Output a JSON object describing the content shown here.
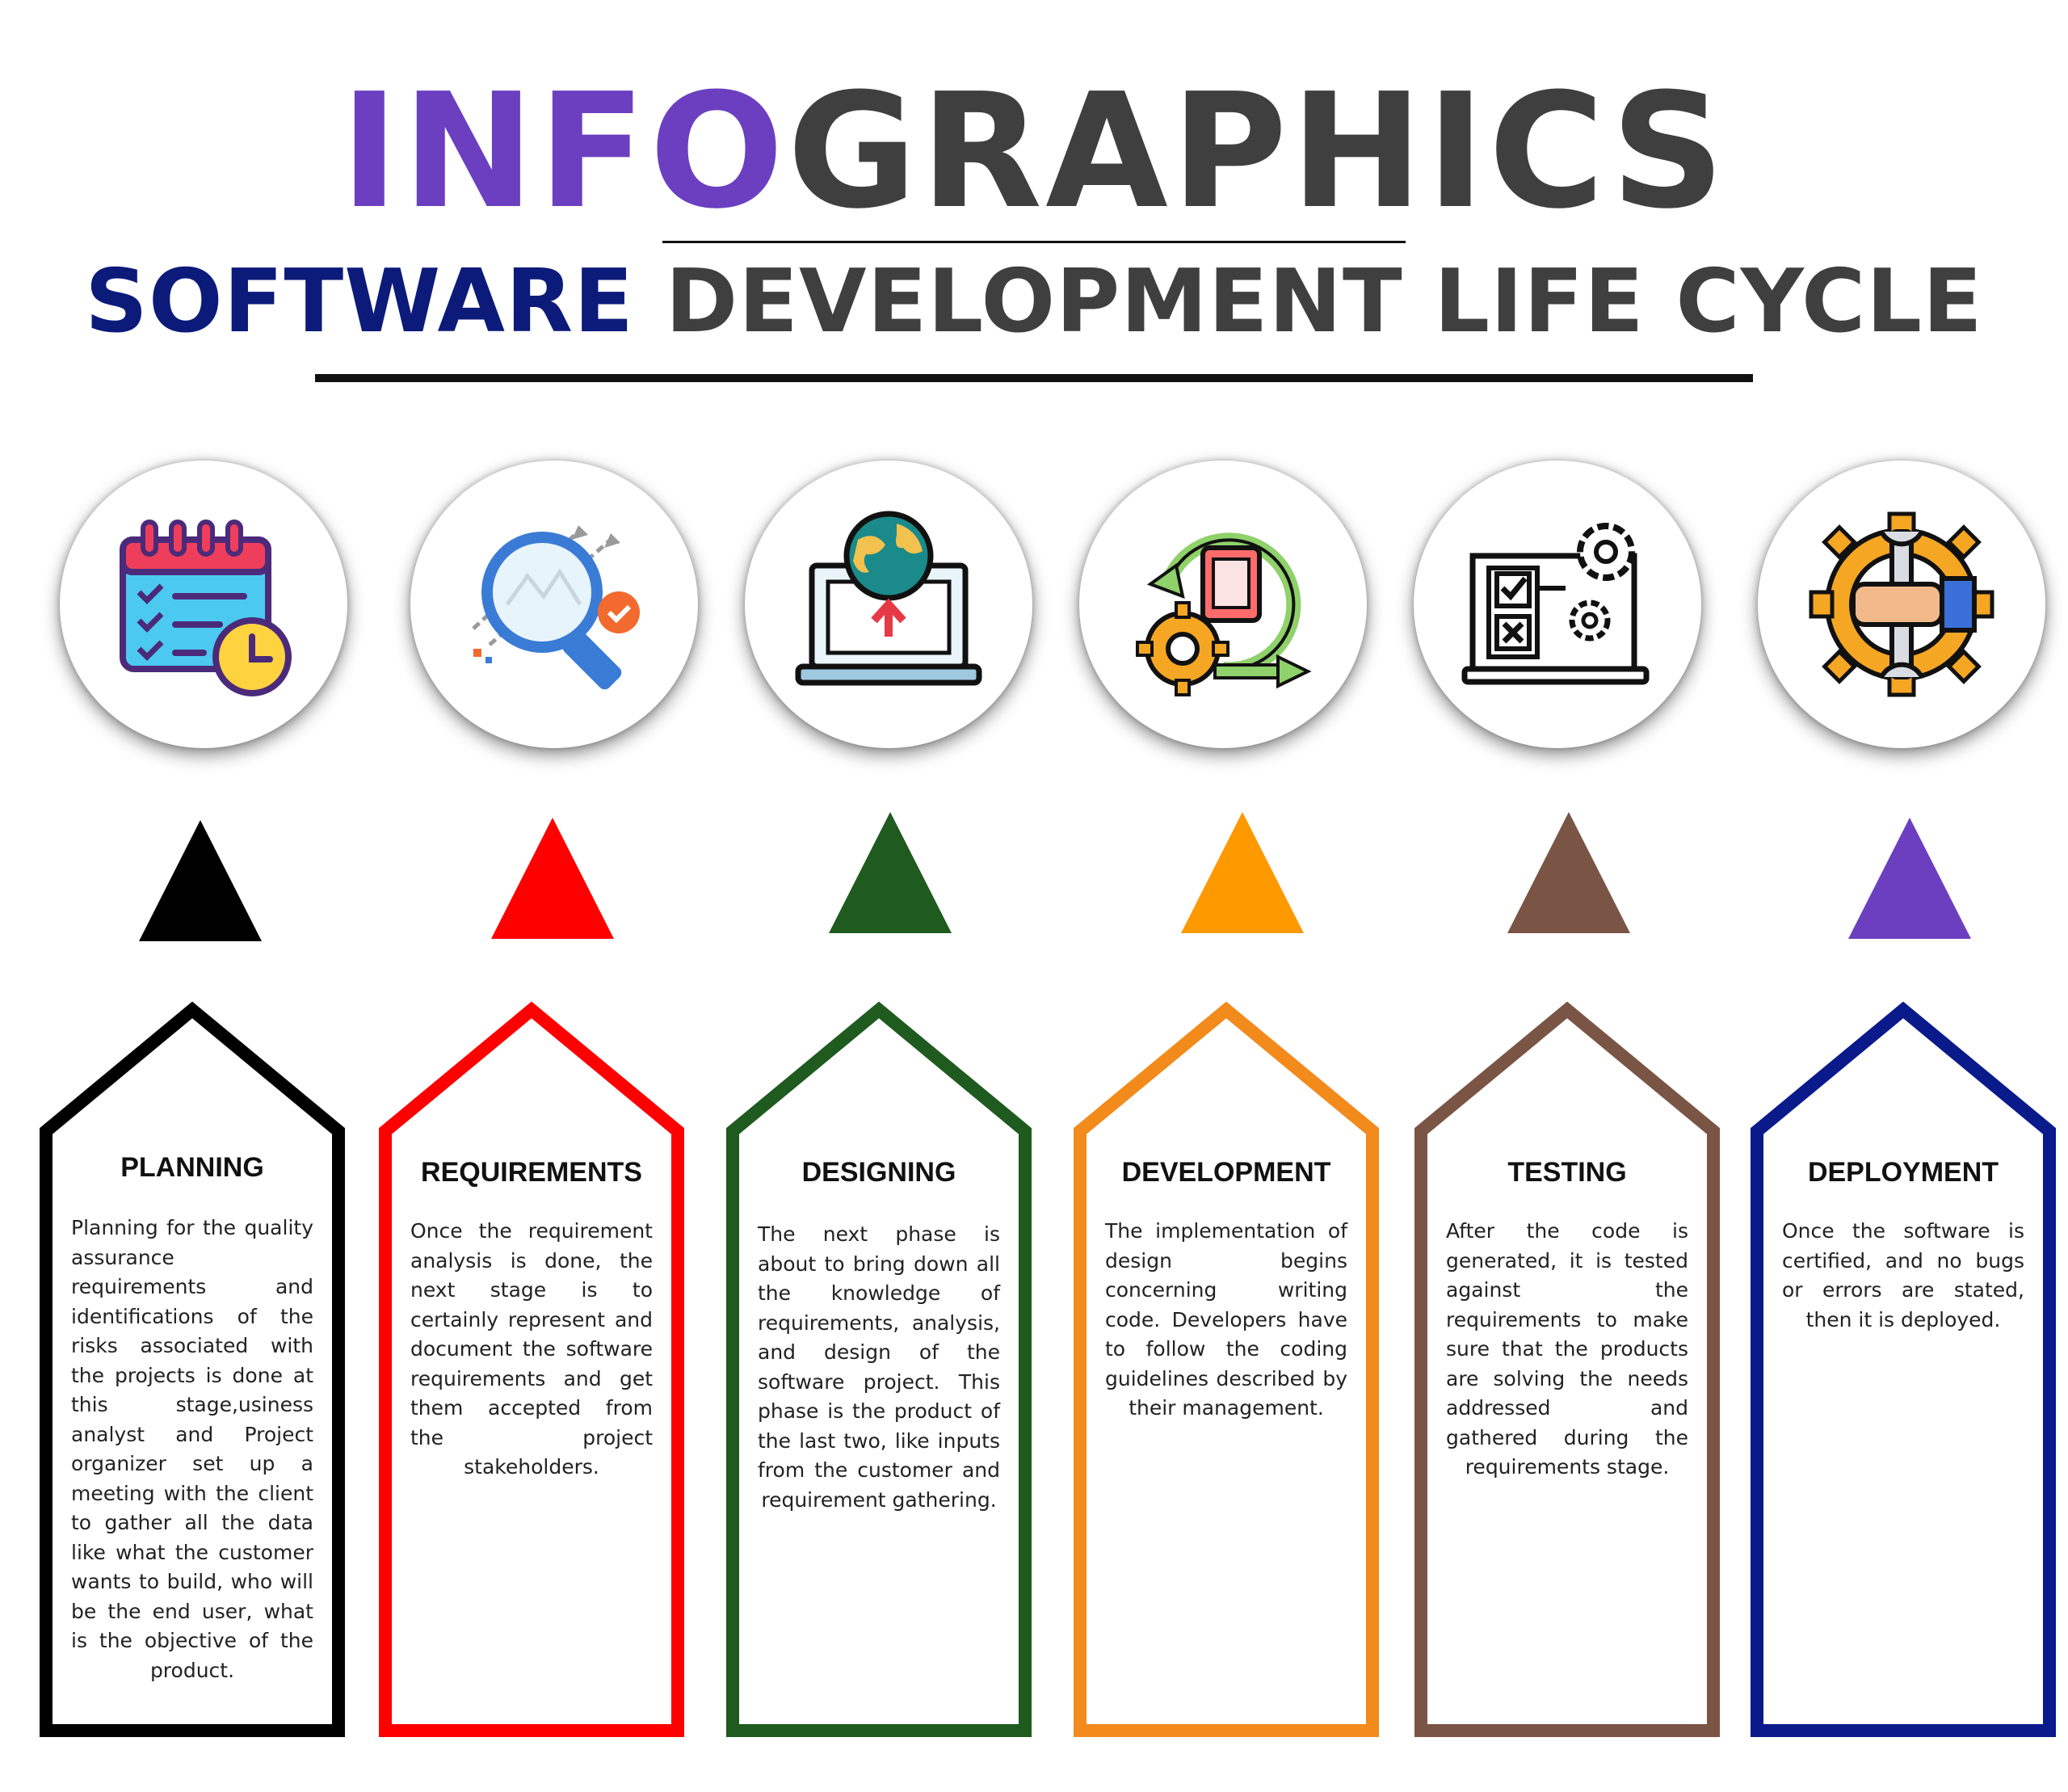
{
  "header": {
    "title_accent": "INFO",
    "title_rest": "GRAPHICS",
    "subtitle_accent": "SOFTWARE",
    "subtitle_rest": "DEVELOPMENT LIFE CYCLE"
  },
  "stages": [
    {
      "title": "PLANNING",
      "color": "#000000",
      "icon": "calendar-checklist-icon",
      "text": "Planning for the quality assurance requirements and identifications of the risks associated with the projects is done at this stage,usiness analyst and Project organizer set up a meeting with the client to gather all the data like what the customer wants to build, who will be the end user, what is the objective of the product."
    },
    {
      "title": "REQUIREMENTS",
      "color": "#ff0000",
      "icon": "magnifier-analysis-icon",
      "text": "Once the requirement analysis is done, the next stage is to certainly represent and document the software requirements and get them accepted from the project stakeholders."
    },
    {
      "title": "DESIGNING",
      "color": "#1f5a1f",
      "icon": "laptop-globe-upload-icon",
      "text": "The next phase is about to bring down all the knowledge of requirements, analysis, and design of the software project. This phase is the product of the last two, like inputs from the customer and requirement gathering."
    },
    {
      "title": "DEVELOPMENT",
      "color": "#f28a1c",
      "icon": "gear-cycle-icon",
      "text": "The implementation of design begins concerning writing code. Developers have to follow the coding guidelines described by their management."
    },
    {
      "title": "TESTING",
      "color": "#7a5545",
      "icon": "laptop-checklist-gears-icon",
      "text": "After the code is generated, it is tested against the requirements to make sure that the products are solving the needs addressed and gathered during the requirements stage."
    },
    {
      "title": "DEPLOYMENT",
      "color": "#0a1a8a",
      "icon": "wrench-gear-hand-icon",
      "text": "Once the software is certified, and no bugs or errors are stated, then it is deployed."
    }
  ],
  "triangle_colors": [
    "#000000",
    "#ff0000",
    "#1f5a1f",
    "#ff9900",
    "#7a5545",
    "#6b3fc0"
  ]
}
